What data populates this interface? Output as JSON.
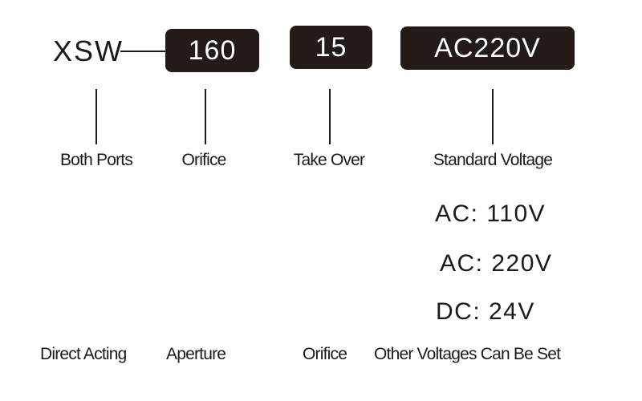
{
  "model_code": {
    "prefix": "XSW",
    "segments": [
      "160",
      "15",
      "AC220V"
    ]
  },
  "segment_labels": [
    "Both Ports",
    "Orifice",
    "Take Over",
    "Standard Voltage"
  ],
  "voltage_options": [
    "AC: 110V",
    "AC: 220V",
    "DC: 24V"
  ],
  "footer_labels": [
    "Direct Acting",
    "Aperture",
    "Orifice",
    "Other Voltages Can Be Set"
  ],
  "colors": {
    "box_background": "#241a18",
    "box_text": "#ffffff",
    "text": "#1a1a1a"
  }
}
